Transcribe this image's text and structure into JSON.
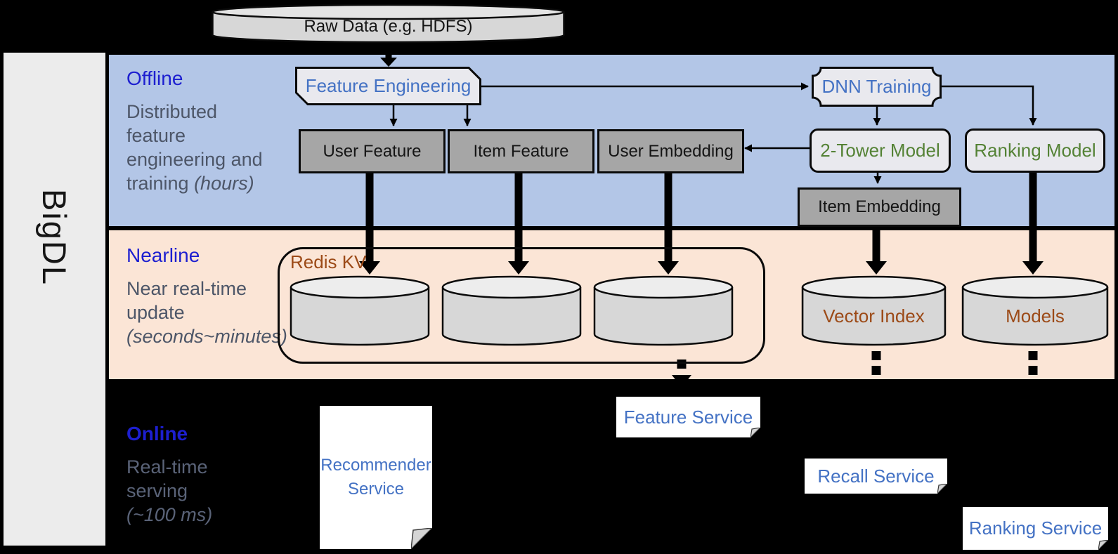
{
  "product_label": "BigDL",
  "source": {
    "label": "Raw Data (e.g. HDFS)"
  },
  "bands": {
    "offline": {
      "title": "Offline",
      "desc_line1": "Distributed",
      "desc_line2": "feature",
      "desc_line3": "engineering and",
      "desc_line4_normal": "training ",
      "desc_line4_italic": "(hours)"
    },
    "nearline": {
      "title": "Nearline",
      "desc_line1": "Near real-time",
      "desc_line2": "update",
      "desc_line3_italic": "(seconds~minutes)"
    },
    "online": {
      "title": "Online",
      "desc_line1": "Real-time",
      "desc_line2": "serving",
      "desc_line3_italic": "(~100 ms)"
    }
  },
  "nodes": {
    "feature_engineering": "Feature Engineering",
    "dnn_training": "DNN Training",
    "user_feature": "User Feature",
    "item_feature": "Item Feature",
    "user_embedding": "User Embedding",
    "two_tower_model": "2-Tower Model",
    "ranking_model": "Ranking Model",
    "item_embedding": "Item Embedding",
    "redis_kv": "Redis KV",
    "vector_index": "Vector Index",
    "models": "Models",
    "recommender_service_line1": "Recommender",
    "recommender_service_line2": "Service",
    "feature_service": "Feature Service",
    "recall_service": "Recall Service",
    "ranking_service": "Ranking Service"
  },
  "colors": {
    "page_bg": "#000000",
    "offline_band_bg": "#b3c6e7",
    "nearline_band_bg": "#fbe5d6",
    "sidebar_bg": "#ececec",
    "heading_blue": "#1d1fd0",
    "desc_text": "#4d5668",
    "node_text_blue": "#4472c4",
    "node_text_green": "#548235",
    "node_text_brown": "#9c4a17",
    "gray_node_bg": "#a6a6a6",
    "light_node_bg": "#e9e9ee",
    "cylinder_body": "#d7d7d7",
    "cylinder_top": "#ededed"
  }
}
